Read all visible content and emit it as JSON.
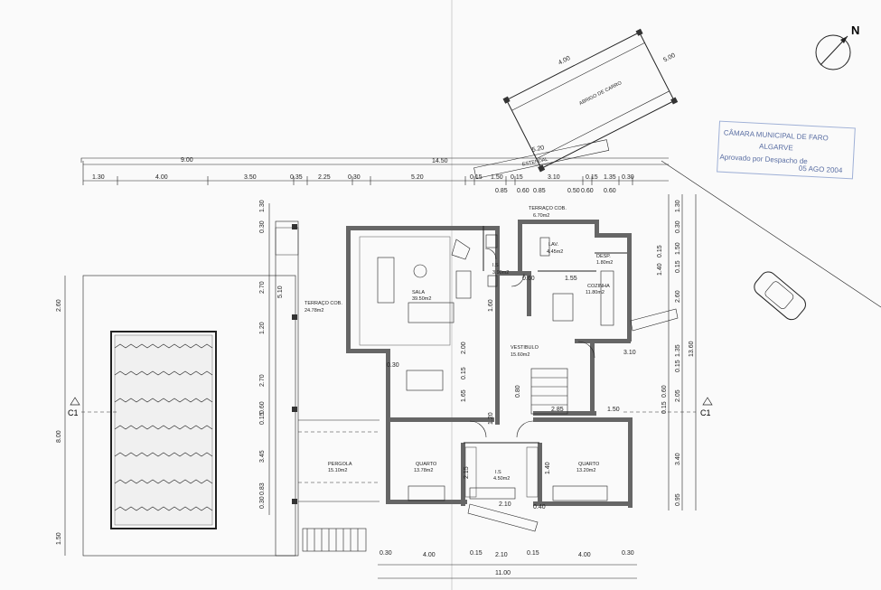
{
  "north_label": "N",
  "section_marker": "C1",
  "stamp": {
    "line1": "CÂMARA MUNICIPAL DE FARO",
    "line2": "ALGARVE",
    "line3": "Aprovado por Despacho de",
    "date": "05 AGO 2004"
  },
  "rooms": {
    "carport": {
      "name": "ABRIGO DE CARRO"
    },
    "estendal": {
      "name": "ESTENDAL"
    },
    "terraco_top": {
      "name": "TERRAÇO COB.",
      "area": "6.70m2"
    },
    "lav": {
      "name": "LAV.",
      "area": "4.45m2"
    },
    "desp": {
      "name": "DESP.",
      "area": "1.80m2"
    },
    "cozinha": {
      "name": "COZINHA",
      "area": "11.80m2"
    },
    "sala": {
      "name": "SALA",
      "area": "39.50m2"
    },
    "terraco_left": {
      "name": "TERRAÇO COB.",
      "area": "24.78m2"
    },
    "is_small": {
      "name": "I.S",
      "area": "3.90m2"
    },
    "vestibulo": {
      "name": "VESTIBULO",
      "area": "15.60m2"
    },
    "pergola": {
      "name": "PERGOLA",
      "area": "15.10m2"
    },
    "quarto1": {
      "name": "QUARTO",
      "area": "13.78m2"
    },
    "is_bath": {
      "name": "I.S",
      "area": "4.50m2"
    },
    "quarto2": {
      "name": "QUARTO",
      "area": "13.20m2"
    }
  },
  "dims": {
    "top_total": "9.00",
    "top_1": "1.30",
    "top_2": "4.00",
    "top_3": "3.50",
    "top_4": "0.35",
    "top_5": "2.25",
    "top_6": "0.30",
    "top_7": "5.20",
    "top_8": "0.15",
    "top_9": "1.50",
    "top_10": "0.15",
    "top_11": "3.10",
    "top_12": "0.15",
    "top_13": "1.35",
    "top_14": "0.30",
    "mid_total": "14.50",
    "estendal_w": "5.20",
    "carport_4": "4.00",
    "carport_5": "5.00",
    "row2_1": "0.85",
    "row2_2": "0.60",
    "row2_3": "0.85",
    "row2_4": "0.50",
    "row2_5": "0.60",
    "row2_6": "0.60",
    "bottom_total": "11.00",
    "bottom_1": "0.30",
    "bottom_2": "4.00",
    "bottom_3": "0.15",
    "bottom_4": "2.10",
    "bottom_5": "0.15",
    "bottom_6": "4.00",
    "bottom_7": "0.30",
    "left_1": "2.60",
    "left_2": "8.00",
    "left_3": "1.50",
    "left2_1": "0.30",
    "left2_2": "1.30",
    "left2_3": "2.70",
    "left2_4": "5.10",
    "left2_5": "1.20",
    "left2_6": "2.70",
    "left2_7": "0.60",
    "left2_8": "0.15",
    "left2_9": "3.45",
    "left2_10": "0.83",
    "left2_11": "0.30",
    "right_total": "13.60",
    "right_1": "1.30",
    "right_2": "0.30",
    "right_3": "1.50",
    "right_4": "0.15",
    "right_5": "2.60",
    "right_6": "1.35",
    "right_7": "0.15",
    "right_8": "2.05",
    "right_9": "0.60",
    "right_10": "0.15",
    "right_11": "3.40",
    "right_12": "0.95",
    "in_1": "1.55",
    "in_2": "0.60",
    "in_3": "1.40",
    "in_4": "0.15",
    "in_5": "3.10",
    "in_6": "1.50",
    "in_7": "2.85",
    "in_8": "2.00",
    "in_9": "0.15",
    "in_10": "1.60",
    "in_11": "1.65",
    "in_12": "0.80",
    "in_13": "2.15",
    "in_14": "1.40",
    "in_15": "2.10",
    "in_16": "0.40",
    "in_17": "0.30",
    "in_18": "1.20"
  }
}
